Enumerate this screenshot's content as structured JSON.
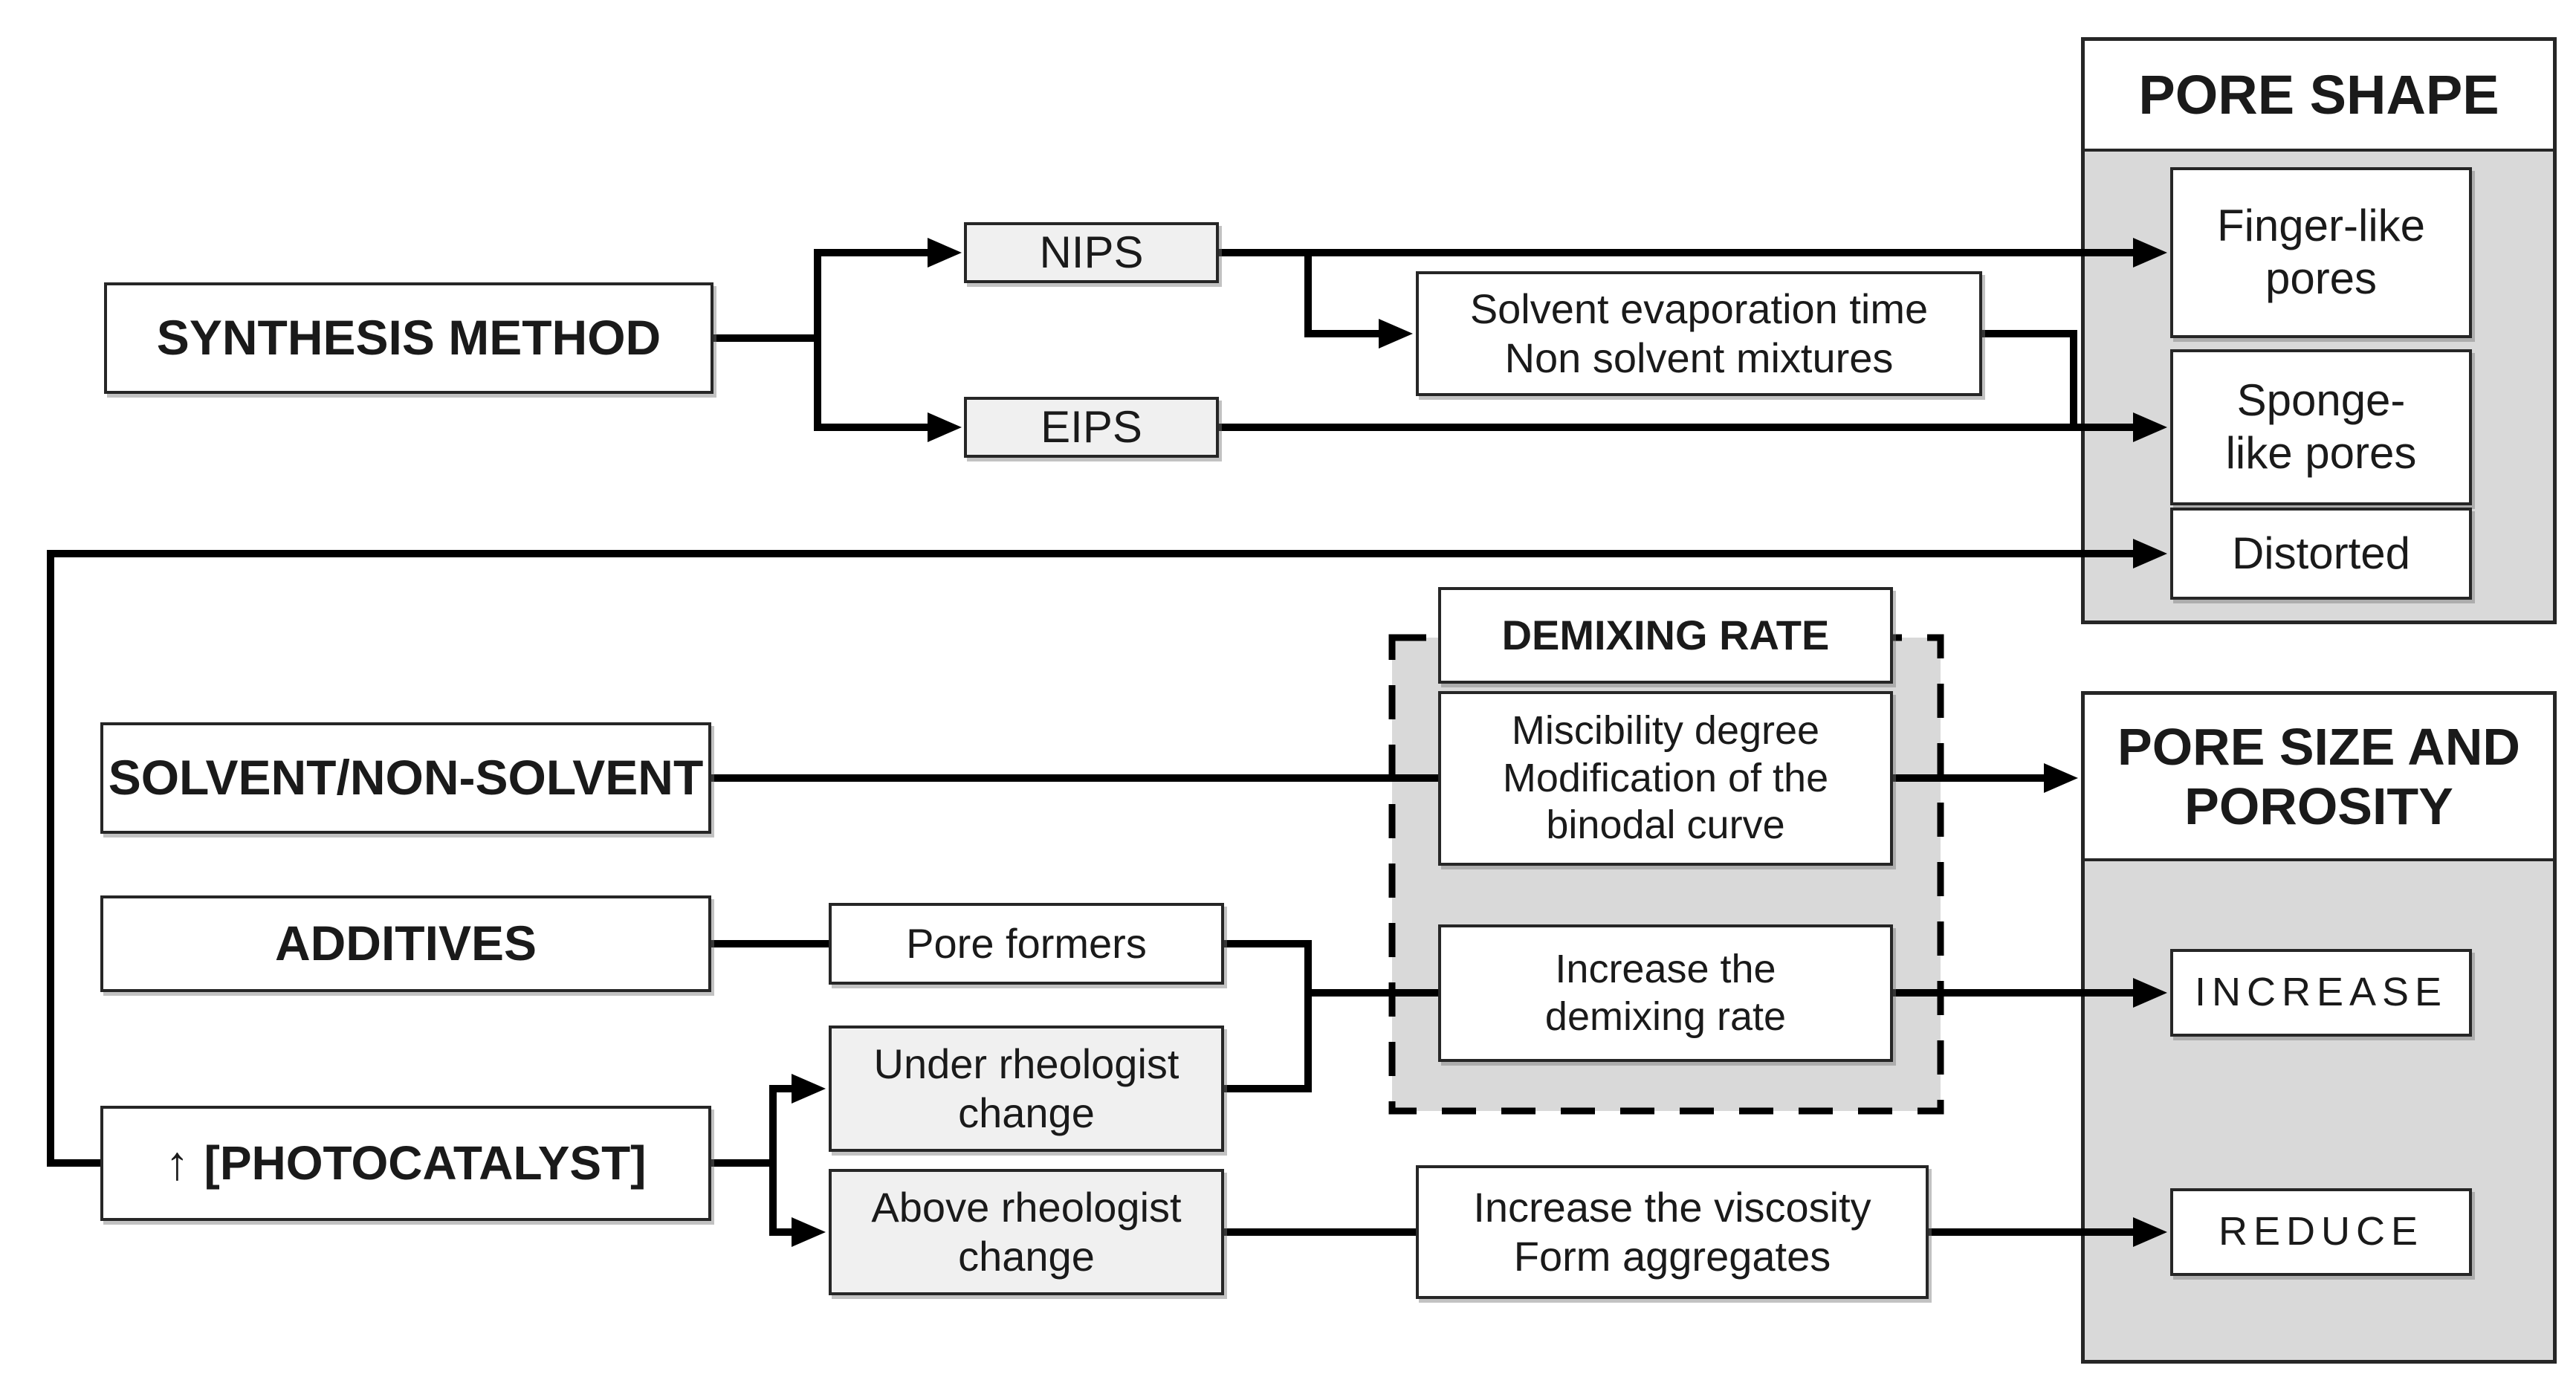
{
  "diagram": {
    "synthesis_method": {
      "label": "SYNTHESIS METHOD"
    },
    "nips": {
      "label": "NIPS"
    },
    "eips": {
      "label": "EIPS"
    },
    "solvent_evaporation": {
      "line1": "Solvent evaporation time",
      "line2": "Non solvent mixtures"
    },
    "pore_shape": {
      "title": "PORE SHAPE",
      "finger_like": {
        "line1": "Finger-like",
        "line2": "pores"
      },
      "sponge_like": {
        "line1": "Sponge-",
        "line2": "like pores"
      },
      "distorted": {
        "label": "Distorted"
      }
    },
    "solvent_non_solvent": {
      "label": "SOLVENT/NON-SOLVENT"
    },
    "demixing_rate": {
      "title": "DEMIXING RATE",
      "miscibility": {
        "line1": "Miscibility degree",
        "line2": "Modification of the",
        "line3": "binodal curve"
      },
      "increase_demixing": {
        "line1": "Increase the",
        "line2": "demixing rate"
      }
    },
    "additives": {
      "label": "ADDITIVES"
    },
    "pore_formers": {
      "label": "Pore formers"
    },
    "under_rheologist": {
      "line1": "Under rheologist",
      "line2": "change"
    },
    "photocatalyst": {
      "icon": "↑",
      "label": "[PHOTOCATALYST]"
    },
    "above_rheologist": {
      "line1": "Above rheologist",
      "line2": "change"
    },
    "increase_viscosity": {
      "line1": "Increase the viscosity",
      "line2": "Form aggregates"
    },
    "pore_size": {
      "title_line1": "PORE SIZE AND",
      "title_line2": "POROSITY",
      "increase": {
        "label": "INCREASE"
      },
      "reduce": {
        "label": "REDUCE"
      }
    },
    "colors": {
      "panel_gray": "#d9d9d9",
      "box_gray": "#f0f0f0",
      "line": "#000000"
    }
  }
}
